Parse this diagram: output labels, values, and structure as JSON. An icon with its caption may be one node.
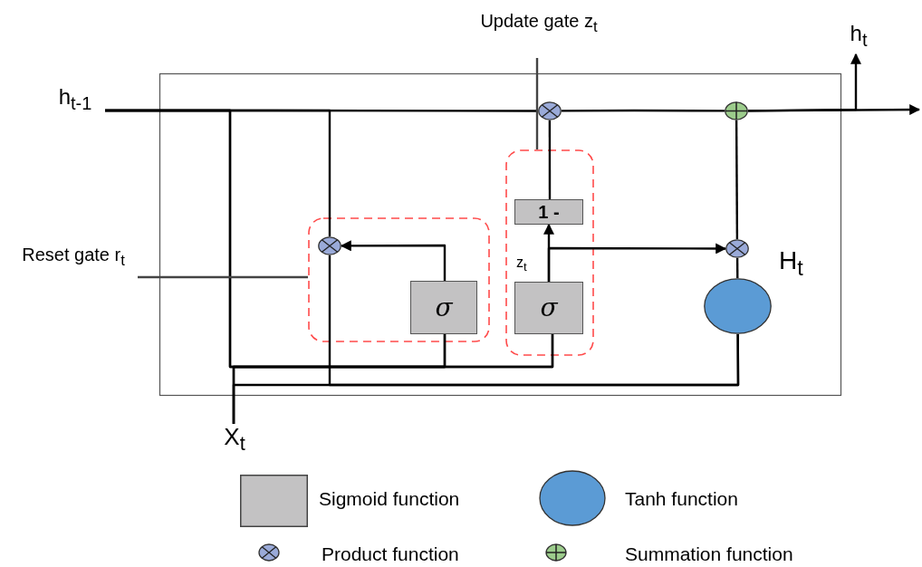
{
  "diagram": {
    "nodes": [
      {
        "text": [],
        "shape": "box"
      },
      {
        "text": [
          "h$_{t-1}$"
        ]
      },
      {
        "text": [
          "Reset gate r$_{t}$"
        ]
      },
      {
        "text": [],
        "shape": "box",
        "in": 0
      },
      {
        "text": [],
        "shape": "circle",
        "in": 3
      },
      {
        "text": [
          "σ"
        ],
        "in": 3
      },
      {
        "text": [
          "Update gate z$_{t}$"
        ]
      },
      {
        "text": [],
        "shape": "box",
        "in": 0
      },
      {
        "text": [
          "1 -"
        ],
        "in": 7
      },
      {
        "text": [
          "σ"
        ],
        "in": 7,
        "beside": [
          "z$_{t}$"
        ]
      },
      {
        "text": [],
        "shape": "circle",
        "in": 0
      },
      {
        "text": [],
        "shape": "circle",
        "in": 0
      },
      {
        "text": [],
        "shape": "circle",
        "in": 0
      },
      {
        "text": [],
        "shape": "circle",
        "in": 0,
        "beside": [
          "H$_{t}$"
        ]
      },
      {
        "text": [
          "h$_{t}$"
        ]
      },
      {
        "text": [
          "X$_{t}$"
        ]
      }
    ],
    "edges": [
      {
        "from": 1,
        "to": 10,
        "arrow": "none"
      },
      {
        "from": 10,
        "to": 11,
        "arrow": "none"
      },
      {
        "from": 11,
        "to": null,
        "arrow": "to"
      },
      {
        "from": 11,
        "to": 14,
        "arrow": "to"
      },
      {
        "from": 1,
        "to": 5,
        "arrow": "none"
      },
      {
        "from": 1,
        "to": 9,
        "arrow": "none"
      },
      {
        "from": 15,
        "to": 5,
        "arrow": "none"
      },
      {
        "from": 15,
        "to": 9,
        "arrow": "none"
      },
      {
        "from": 15,
        "to": 13,
        "arrow": "none"
      },
      {
        "from": 1,
        "to": 4,
        "arrow": "none"
      },
      {
        "from": 4,
        "to": 13,
        "arrow": "none"
      },
      {
        "from": 5,
        "to": 4,
        "arrow": "to"
      },
      {
        "from": 9,
        "to": 8,
        "arrow": "to"
      },
      {
        "from": 9,
        "to": 12,
        "arrow": "to"
      },
      {
        "from": 8,
        "to": 10,
        "arrow": "none"
      },
      {
        "from": 13,
        "to": 12,
        "arrow": "none"
      },
      {
        "from": 12,
        "to": 11,
        "arrow": "none"
      },
      {
        "from": 2,
        "to": 3,
        "arrow": "none",
        "color": "#444444"
      },
      {
        "from": 6,
        "to": 7,
        "arrow": "none",
        "color": "#444444"
      }
    ],
    "legend": [
      {
        "text": "Sigmoid function",
        "color": "#c3c2c3"
      },
      {
        "text": "Tanh function",
        "color": "#5b9bd5"
      },
      {
        "text": "Product function",
        "color": "#9aaad8"
      },
      {
        "text": "Summation function",
        "color": "#9ccc8c"
      }
    ]
  }
}
